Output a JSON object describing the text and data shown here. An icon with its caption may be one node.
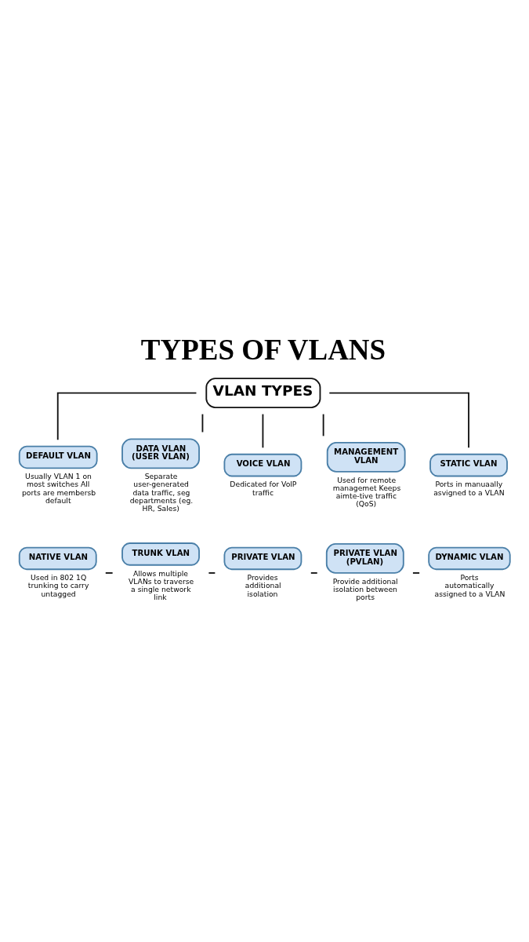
{
  "diagram": {
    "title": "TYPES OF VLANS",
    "nodes": [
      {
        "text": [
          "VLAN TYPES"
        ]
      },
      {
        "text": [
          "DEFAULT VLAN"
        ],
        "beside": [
          "Usually VLAN 1 on most switches All ports are membersb default"
        ]
      },
      {
        "text": [
          "DATA VLAN (USER VLAN)"
        ],
        "beside": [
          "Separate user-generated data traffic, seg departments (eg. HR, Sales)"
        ]
      },
      {
        "text": [
          "VOICE VLAN"
        ],
        "beside": [
          "Dedicated for VolP traffic"
        ]
      },
      {
        "text": [
          "MANAGEMENT VLAN"
        ],
        "beside": [
          "Used for remote managemet Keeps aimte-tive traffic (QoS)"
        ]
      },
      {
        "text": [
          "STATIC VLAN"
        ],
        "beside": [
          "Ports in manuaally asvigned to a VLAN"
        ]
      },
      {
        "text": [
          "NATIVE VLAN"
        ],
        "beside": [
          "Used in 802 1Q trunking to carry untagged"
        ]
      },
      {
        "text": [
          "TRUNK VLAN"
        ],
        "beside": [
          "Allows multiple VLANs to traverse a single network link"
        ]
      },
      {
        "text": [
          "PRIVATE VLAN"
        ],
        "beside": [
          "Provides additional isolation"
        ]
      },
      {
        "text": [
          "PRIVATE VLAN (PVLAN)"
        ],
        "beside": [
          "Provide additional isolation between ports"
        ]
      },
      {
        "text": [
          "DYNAMIC VLAN"
        ],
        "beside": [
          "Ports automatically assigned to a VLAN"
        ]
      }
    ],
    "edges": [
      {
        "from": 0,
        "to": 1,
        "arrow": "none"
      },
      {
        "from": 0,
        "to": 2,
        "arrow": "none"
      },
      {
        "from": 0,
        "to": 3,
        "arrow": "none"
      },
      {
        "from": 0,
        "to": 4,
        "arrow": "none"
      },
      {
        "from": 0,
        "to": 5,
        "arrow": "none"
      },
      {
        "from": 6,
        "to": 7,
        "arrow": "none"
      },
      {
        "from": 7,
        "to": 8,
        "arrow": "none"
      },
      {
        "from": 8,
        "to": 9,
        "arrow": "none"
      },
      {
        "from": 9,
        "to": 10,
        "arrow": "none"
      }
    ]
  }
}
